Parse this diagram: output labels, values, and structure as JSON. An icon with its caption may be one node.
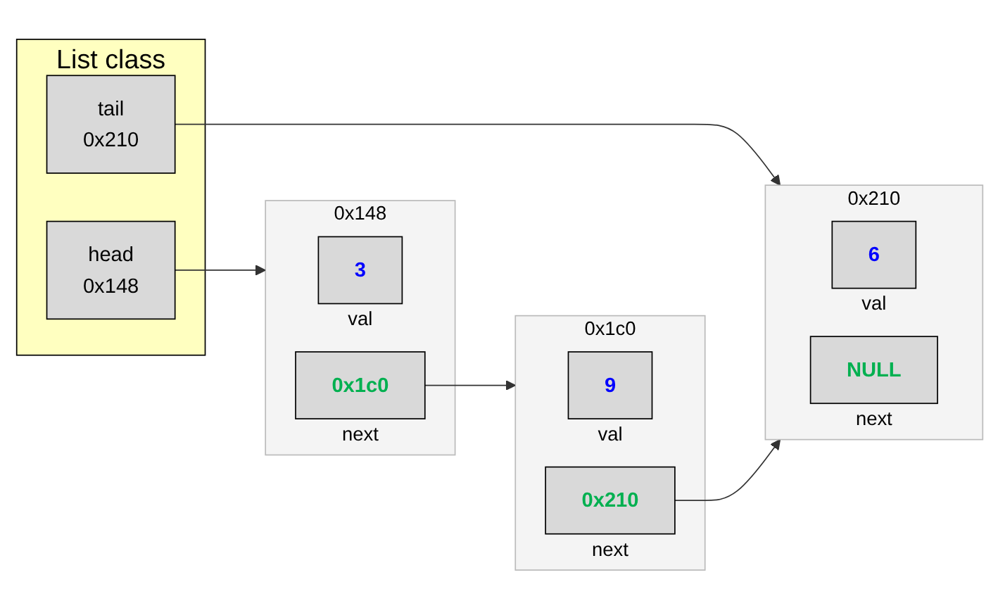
{
  "diagram": {
    "nodes": [
      {
        "text": [
          "List class"
        ]
      },
      {
        "text": [
          "head",
          "0x148"
        ],
        "in": 0
      },
      {
        "text": [
          "tail",
          "0x210"
        ],
        "in": 0
      },
      {
        "text": [
          "0x148"
        ]
      },
      {
        "text": [
          "3"
        ],
        "in": 3,
        "beside": [
          "val"
        ]
      },
      {
        "text": [
          "0x1c0"
        ],
        "in": 3,
        "beside": [
          "next"
        ]
      },
      {
        "text": [
          "0x1c0"
        ]
      },
      {
        "text": [
          "9"
        ],
        "in": 6,
        "beside": [
          "val"
        ]
      },
      {
        "text": [
          "0x210"
        ],
        "in": 6,
        "beside": [
          "next"
        ]
      },
      {
        "text": [
          "0x210"
        ]
      },
      {
        "text": [
          "6"
        ],
        "in": 9,
        "beside": [
          "val"
        ]
      },
      {
        "text": [
          "NULL"
        ],
        "in": 9,
        "beside": [
          "next"
        ]
      }
    ],
    "edges": [
      {
        "from": 1,
        "to": 3,
        "arrow": "to"
      },
      {
        "from": 2,
        "to": 9,
        "arrow": "to"
      },
      {
        "from": 5,
        "to": 6,
        "arrow": "to"
      },
      {
        "from": 8,
        "to": 9,
        "arrow": "to"
      }
    ]
  }
}
